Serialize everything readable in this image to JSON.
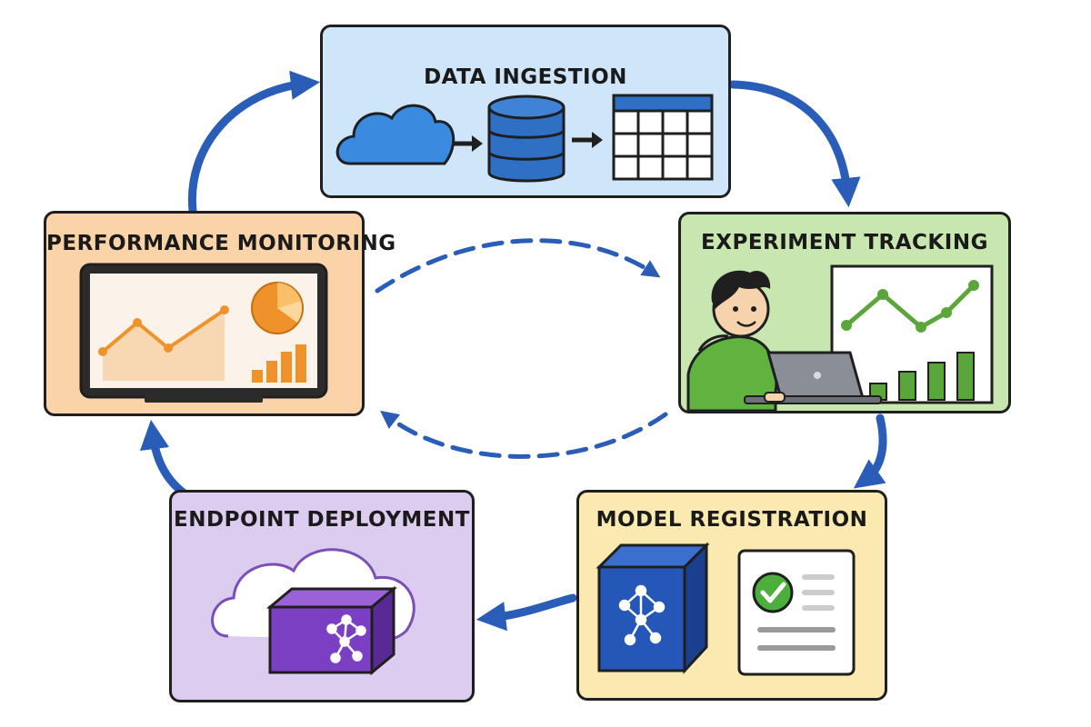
{
  "stages": {
    "ingestion": {
      "title": "DATA INGESTION"
    },
    "experiment": {
      "title": "EXPERIMENT TRACKING"
    },
    "registration": {
      "title": "MODEL REGISTRATION"
    },
    "deployment": {
      "title": "ENDPOINT DEPLOYMENT"
    },
    "monitoring": {
      "title": "PERFORMANCE MONITORING"
    }
  },
  "colors": {
    "ingestion_bg": "#cfe6fa",
    "experiment_bg": "#c8e6b0",
    "registration_bg": "#fbeab0",
    "deployment_bg": "#dccdf0",
    "monitoring_bg": "#fbd3a8",
    "arrow": "#2a5db8",
    "outline": "#1f1f1f"
  },
  "icons": {
    "ingestion": [
      "cloud-icon",
      "arrow-right-icon",
      "database-icon",
      "arrow-right-icon",
      "table-icon"
    ],
    "experiment": [
      "data-scientist-icon",
      "laptop-icon",
      "line-chart-icon",
      "bar-chart-icon"
    ],
    "registration": [
      "model-cube-icon",
      "approved-document-icon"
    ],
    "deployment": [
      "cloud-outline-icon",
      "deployed-model-cube-icon"
    ],
    "monitoring": [
      "monitor-icon",
      "line-chart-icon",
      "pie-chart-icon",
      "bar-chart-icon"
    ]
  }
}
